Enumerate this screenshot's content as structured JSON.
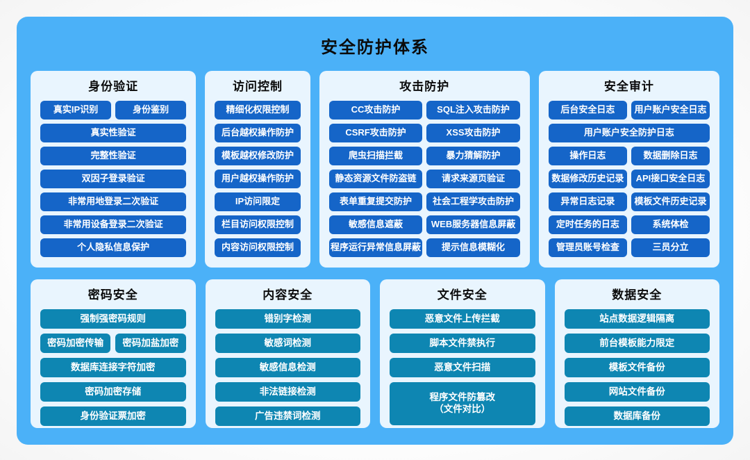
{
  "title": "安全防护体系",
  "colors": {
    "panel_blue": "#4bb1f8",
    "card_bg": "#e9f5fe",
    "button_blue": "#1565c8",
    "button_teal": "#0e86b2",
    "button_text": "#ffffff",
    "title_color": "#0b0b0b"
  },
  "sections_row1": [
    {
      "id": "identity-verification",
      "title": "身份验证",
      "rows": [
        [
          "真实IP识别",
          "身份鉴别"
        ],
        [
          "真实性验证"
        ],
        [
          "完整性验证"
        ],
        [
          "双因子登录验证"
        ],
        [
          "非常用地登录二次验证"
        ],
        [
          "非常用设备登录二次验证"
        ],
        [
          "个人隐私信息保护"
        ]
      ]
    },
    {
      "id": "access-control",
      "title": "访问控制",
      "rows": [
        [
          "精细化权限控制"
        ],
        [
          "后台越权操作防护"
        ],
        [
          "模板越权修改防护"
        ],
        [
          "用户越权操作防护"
        ],
        [
          "IP访问限定"
        ],
        [
          "栏目访问权限控制"
        ],
        [
          "内容访问权限控制"
        ]
      ]
    },
    {
      "id": "attack-protection",
      "title": "攻击防护",
      "rows": [
        [
          "CC攻击防护",
          "SQL注入攻击防护"
        ],
        [
          "CSRF攻击防护",
          "XSS攻击防护"
        ],
        [
          "爬虫扫描拦截",
          "暴力猜解防护"
        ],
        [
          "静态资源文件防盗链",
          "请求来源页验证"
        ],
        [
          "表单重复提交防护",
          "社会工程学攻击防护"
        ],
        [
          "敏感信息遮蔽",
          "WEB服务器信息屏蔽"
        ],
        [
          "程序运行异常信息屏蔽",
          "提示信息模糊化"
        ]
      ]
    },
    {
      "id": "security-audit",
      "title": "安全审计",
      "rows": [
        [
          "后台安全日志",
          "用户账户安全日志"
        ],
        [
          "用户账户安全防护日志"
        ],
        [
          "操作日志",
          "数据删除日志"
        ],
        [
          "数据修改历史记录",
          "API接口安全日志"
        ],
        [
          "异常日志记录",
          "模板文件历史记录"
        ],
        [
          "定时任务的日志",
          "系统体检"
        ],
        [
          "管理员账号检查",
          "三员分立"
        ]
      ]
    }
  ],
  "sections_row2": [
    {
      "id": "password-security",
      "title": "密码安全",
      "rows": [
        [
          "强制强密码规则"
        ],
        [
          "密码加密传输",
          "密码加盐加密"
        ],
        [
          "数据库连接字符加密"
        ],
        [
          "密码加密存储"
        ],
        [
          "身份验证票加密"
        ]
      ]
    },
    {
      "id": "content-security",
      "title": "内容安全",
      "rows": [
        [
          "错别字检测"
        ],
        [
          "敏感词检测"
        ],
        [
          "敏感信息检测"
        ],
        [
          "非法链接检测"
        ],
        [
          "广告违禁词检测"
        ]
      ]
    },
    {
      "id": "file-security",
      "title": "文件安全",
      "rows": [
        [
          "恶意文件上传拦截"
        ],
        [
          "脚本文件禁执行"
        ],
        [
          "恶意文件扫描"
        ],
        [
          "程序文件防篡改\n（文件对比）"
        ]
      ]
    },
    {
      "id": "data-security",
      "title": "数据安全",
      "rows": [
        [
          "站点数据逻辑隔离"
        ],
        [
          "前台模板能力限定"
        ],
        [
          "模板文件备份"
        ],
        [
          "网站文件备份"
        ],
        [
          "数据库备份"
        ]
      ]
    }
  ]
}
